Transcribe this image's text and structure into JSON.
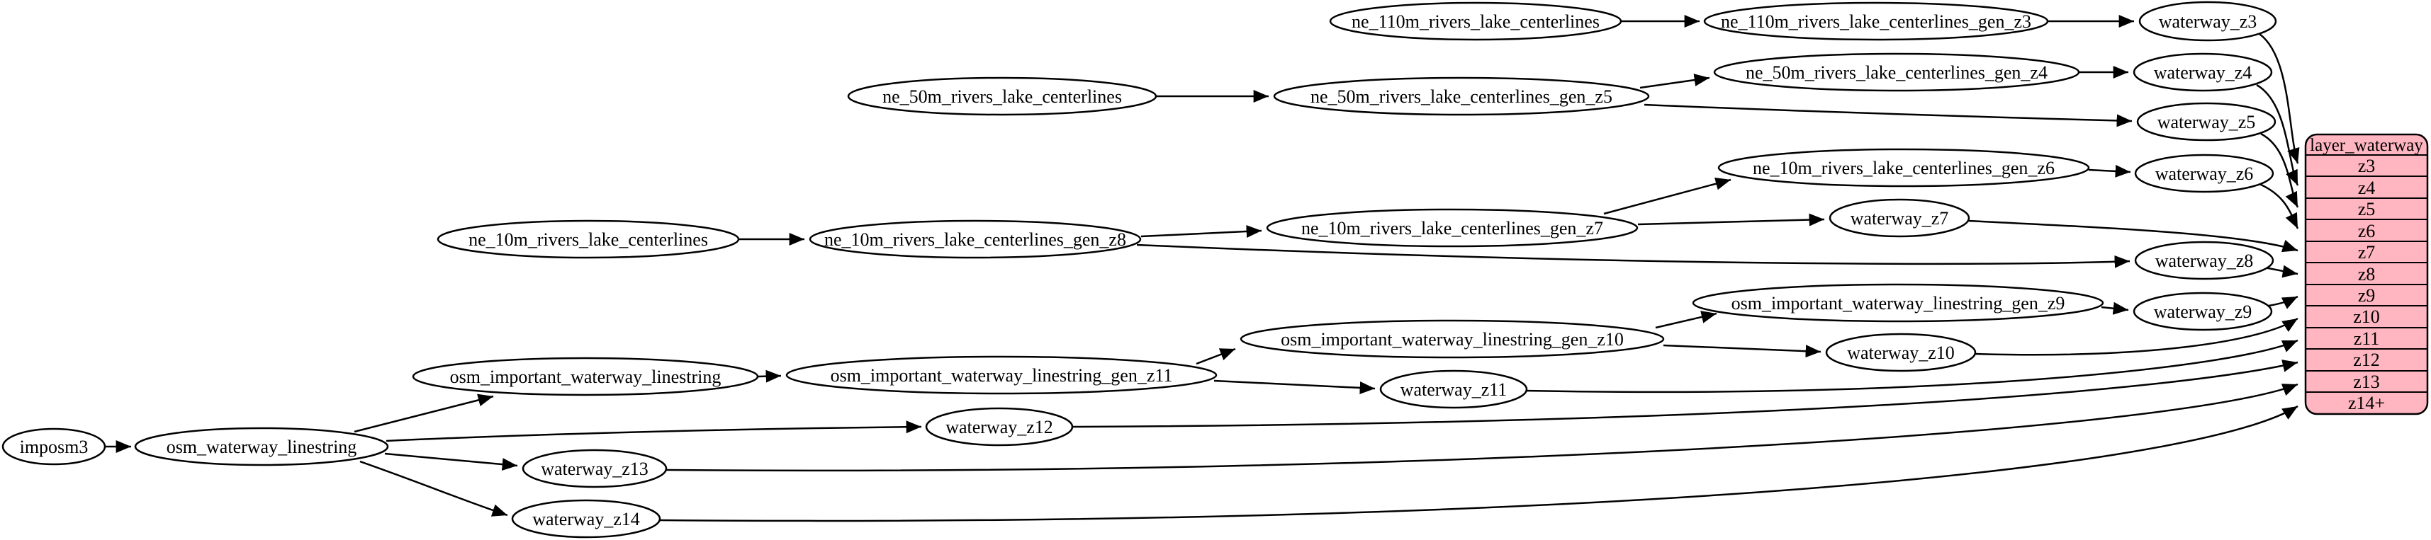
{
  "diagram": {
    "background": "#ffffff",
    "stroke_color": "#000000",
    "node_fill": "#ffffff",
    "table_fill": "#ffb6c1"
  },
  "nodes": {
    "imposm3": "imposm3",
    "osm_waterway_linestring": "osm_waterway_linestring",
    "osm_important_waterway_linestring": "osm_important_waterway_linestring",
    "osm_important_waterway_linestring_gen_z11": "osm_important_waterway_linestring_gen_z11",
    "osm_important_waterway_linestring_gen_z10": "osm_important_waterway_linestring_gen_z10",
    "osm_important_waterway_linestring_gen_z9": "osm_important_waterway_linestring_gen_z9",
    "ne_110m_rivers_lake_centerlines": "ne_110m_rivers_lake_centerlines",
    "ne_110m_rivers_lake_centerlines_gen_z3": "ne_110m_rivers_lake_centerlines_gen_z3",
    "ne_50m_rivers_lake_centerlines": "ne_50m_rivers_lake_centerlines",
    "ne_50m_rivers_lake_centerlines_gen_z5": "ne_50m_rivers_lake_centerlines_gen_z5",
    "ne_50m_rivers_lake_centerlines_gen_z4": "ne_50m_rivers_lake_centerlines_gen_z4",
    "ne_10m_rivers_lake_centerlines": "ne_10m_rivers_lake_centerlines",
    "ne_10m_rivers_lake_centerlines_gen_z8": "ne_10m_rivers_lake_centerlines_gen_z8",
    "ne_10m_rivers_lake_centerlines_gen_z7": "ne_10m_rivers_lake_centerlines_gen_z7",
    "ne_10m_rivers_lake_centerlines_gen_z6": "ne_10m_rivers_lake_centerlines_gen_z6",
    "waterway_z3": "waterway_z3",
    "waterway_z4": "waterway_z4",
    "waterway_z5": "waterway_z5",
    "waterway_z6": "waterway_z6",
    "waterway_z7": "waterway_z7",
    "waterway_z8": "waterway_z8",
    "waterway_z9": "waterway_z9",
    "waterway_z10": "waterway_z10",
    "waterway_z11": "waterway_z11",
    "waterway_z12": "waterway_z12",
    "waterway_z13": "waterway_z13",
    "waterway_z14": "waterway_z14"
  },
  "table": {
    "title": "layer_waterway",
    "rows": [
      "z3",
      "z4",
      "z5",
      "z6",
      "z7",
      "z8",
      "z9",
      "z10",
      "z11",
      "z12",
      "z13",
      "z14+"
    ]
  },
  "edges": [
    [
      "imposm3",
      "osm_waterway_linestring"
    ],
    [
      "osm_waterway_linestring",
      "osm_important_waterway_linestring"
    ],
    [
      "osm_waterway_linestring",
      "waterway_z12"
    ],
    [
      "osm_waterway_linestring",
      "waterway_z13"
    ],
    [
      "osm_waterway_linestring",
      "waterway_z14"
    ],
    [
      "osm_important_waterway_linestring",
      "osm_important_waterway_linestring_gen_z11"
    ],
    [
      "osm_important_waterway_linestring_gen_z11",
      "osm_important_waterway_linestring_gen_z10"
    ],
    [
      "osm_important_waterway_linestring_gen_z11",
      "waterway_z11"
    ],
    [
      "osm_important_waterway_linestring_gen_z10",
      "osm_important_waterway_linestring_gen_z9"
    ],
    [
      "osm_important_waterway_linestring_gen_z10",
      "waterway_z10"
    ],
    [
      "osm_important_waterway_linestring_gen_z9",
      "waterway_z9"
    ],
    [
      "ne_10m_rivers_lake_centerlines",
      "ne_10m_rivers_lake_centerlines_gen_z8"
    ],
    [
      "ne_10m_rivers_lake_centerlines_gen_z8",
      "ne_10m_rivers_lake_centerlines_gen_z7"
    ],
    [
      "ne_10m_rivers_lake_centerlines_gen_z8",
      "waterway_z8"
    ],
    [
      "ne_10m_rivers_lake_centerlines_gen_z7",
      "ne_10m_rivers_lake_centerlines_gen_z6"
    ],
    [
      "ne_10m_rivers_lake_centerlines_gen_z7",
      "waterway_z7"
    ],
    [
      "ne_10m_rivers_lake_centerlines_gen_z6",
      "waterway_z6"
    ],
    [
      "ne_50m_rivers_lake_centerlines",
      "ne_50m_rivers_lake_centerlines_gen_z5"
    ],
    [
      "ne_50m_rivers_lake_centerlines_gen_z5",
      "ne_50m_rivers_lake_centerlines_gen_z4"
    ],
    [
      "ne_50m_rivers_lake_centerlines_gen_z5",
      "waterway_z5"
    ],
    [
      "ne_50m_rivers_lake_centerlines_gen_z4",
      "waterway_z4"
    ],
    [
      "ne_110m_rivers_lake_centerlines",
      "ne_110m_rivers_lake_centerlines_gen_z3"
    ],
    [
      "ne_110m_rivers_lake_centerlines_gen_z3",
      "waterway_z3"
    ],
    [
      "waterway_z3",
      "layer_waterway.z3"
    ],
    [
      "waterway_z4",
      "layer_waterway.z4"
    ],
    [
      "waterway_z5",
      "layer_waterway.z5"
    ],
    [
      "waterway_z6",
      "layer_waterway.z6"
    ],
    [
      "waterway_z7",
      "layer_waterway.z7"
    ],
    [
      "waterway_z8",
      "layer_waterway.z8"
    ],
    [
      "waterway_z9",
      "layer_waterway.z9"
    ],
    [
      "waterway_z10",
      "layer_waterway.z10"
    ],
    [
      "waterway_z11",
      "layer_waterway.z11"
    ],
    [
      "waterway_z12",
      "layer_waterway.z12"
    ],
    [
      "waterway_z13",
      "layer_waterway.z13"
    ],
    [
      "waterway_z14",
      "layer_waterway.z14+"
    ]
  ]
}
